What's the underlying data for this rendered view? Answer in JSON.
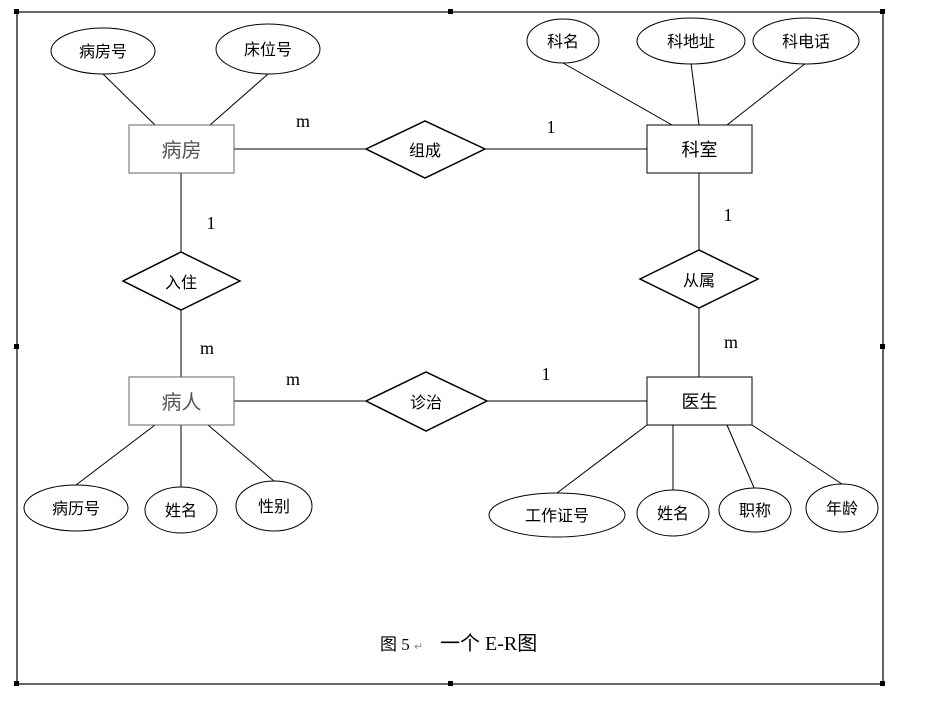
{
  "entities": {
    "ward": "病房",
    "department": "科室",
    "patient": "病人",
    "doctor": "医生"
  },
  "relationships": {
    "composes": "组成",
    "admits": "入住",
    "belongs": "从属",
    "treats": "诊治"
  },
  "attributes": {
    "ward_no": "病房号",
    "bed_no": "床位号",
    "dept_name": "科名",
    "dept_address": "科地址",
    "dept_phone": "科电话",
    "record_no": "病历号",
    "patient_name": "姓名",
    "patient_gender": "性别",
    "work_id": "工作证号",
    "doctor_name": "姓名",
    "doctor_title": "职称",
    "doctor_age": "年龄"
  },
  "cardinalities": {
    "ward_composes": "m",
    "dept_composes": "1",
    "ward_admits": "1",
    "patient_admits": "m",
    "dept_belongs": "1",
    "doctor_belongs": "m",
    "patient_treats": "m",
    "doctor_treats": "1"
  },
  "caption": {
    "label": "图 5",
    "mark": "↵",
    "title": "一个 E-R图"
  }
}
